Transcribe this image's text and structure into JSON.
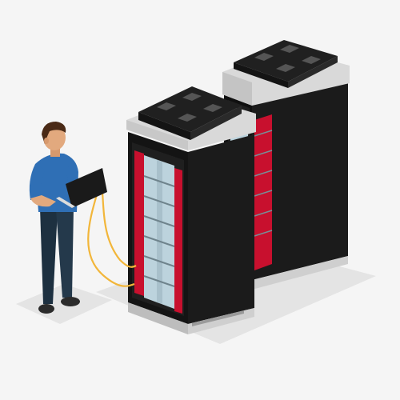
{
  "scene": {
    "description_id": "isometric-server-room",
    "colors": {
      "background": "#f5f5f5",
      "floor_shadow": "#e4e4e4",
      "rack_body": "#1b1b1b",
      "rack_side": "#0f0f0f",
      "rack_top_frame": "#d9d9d9",
      "rack_roof": "#202020",
      "rack_vent": "#555555",
      "glass_tint": "#bcd3dd",
      "rack_accent": "#c8102e",
      "cable": "#f2b63a",
      "shirt": "#2f6fb5",
      "pants": "#1d3040",
      "skin": "#e2a97e",
      "hair": "#4a2a16",
      "shoes": "#2b2b2b",
      "laptop": "#1a1a1a"
    },
    "racks": [
      {
        "name": "server-rack-front"
      },
      {
        "name": "server-rack-back"
      }
    ],
    "technician": {
      "holding": "laptop-icon",
      "connected_via": "cable"
    }
  }
}
